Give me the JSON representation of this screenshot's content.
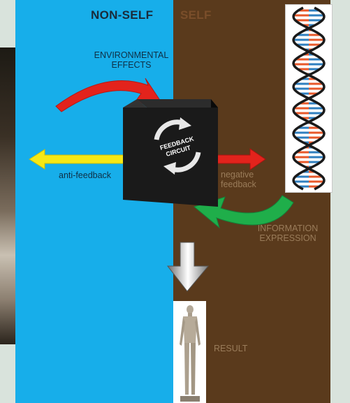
{
  "headers": {
    "nonself": "NON-SELF",
    "self": "SELF"
  },
  "labels": {
    "environmental_effects": [
      "ENVIRONMENTAL",
      "EFFECTS"
    ],
    "anti_feedback": "anti-feedback",
    "negative_feedback": [
      "negative",
      "feedback"
    ],
    "information_expression": [
      "INFORMATION",
      "EXPRESSION"
    ],
    "result": "RESULT"
  },
  "box": {
    "label_line1": "FEEDBACK",
    "label_line2": "CIRCUIT"
  },
  "colors": {
    "nonself_bg": "#17aeea",
    "self_bg": "#5a3a1c",
    "red_arrow": "#e3231c",
    "yellow_arrow": "#f6e815",
    "green_arrow": "#1fae4a",
    "box": "#151515"
  }
}
